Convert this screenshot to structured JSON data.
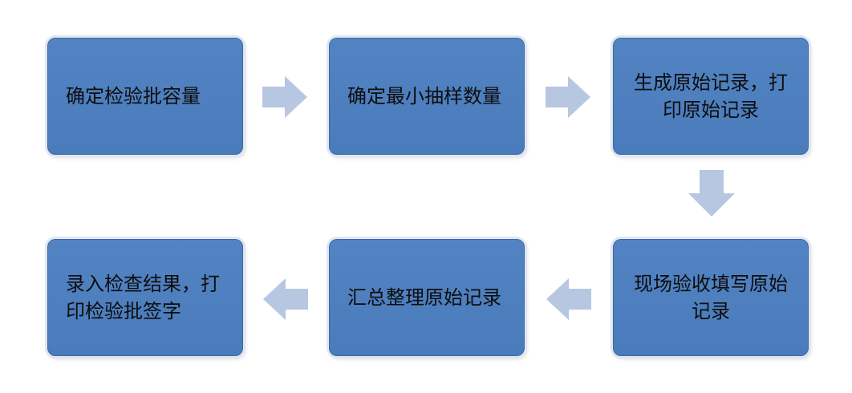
{
  "steps": [
    {
      "id": "step-1",
      "text": "确定检验批容量"
    },
    {
      "id": "step-2",
      "text": "确定最小抽样数量"
    },
    {
      "id": "step-3",
      "text": "生成原始记录，打印原始记录"
    },
    {
      "id": "step-4",
      "text": "现场验收填写原始记录"
    },
    {
      "id": "step-5",
      "text": "汇总整理原始记录"
    },
    {
      "id": "step-6",
      "text": "录入检查结果，打印检验批签字"
    }
  ],
  "colors": {
    "box_fill": "#4f80bf",
    "box_border": "#3f6aa3",
    "arrow_fill": "#b7c7e1",
    "text": "#0d0d0d"
  }
}
